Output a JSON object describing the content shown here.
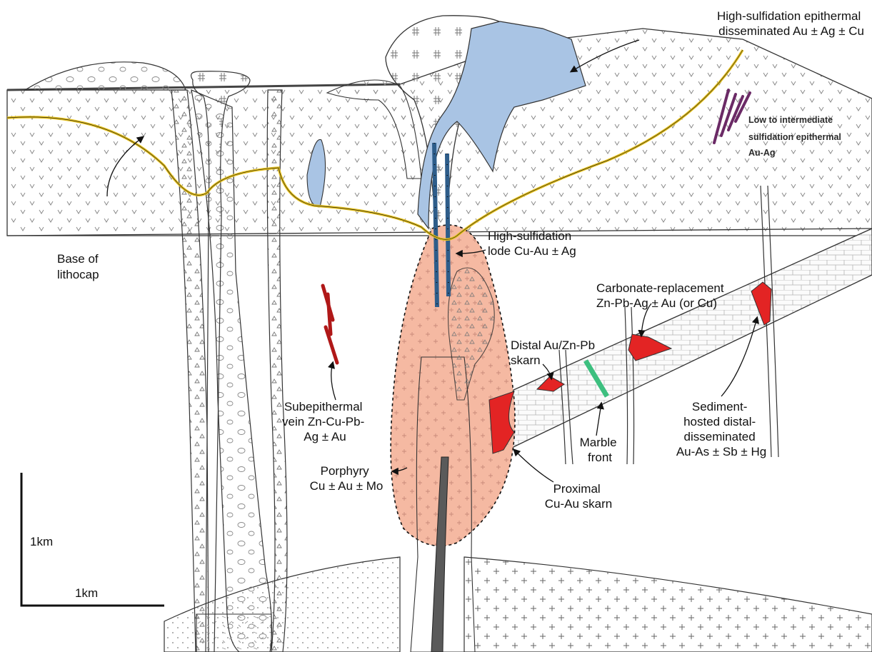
{
  "colors": {
    "lithocap_line": "#e8c21a",
    "porphyry_fill": "#f5b9a2",
    "high_sulfidation_fill": "#a9c4e4",
    "skarn_red": "#e32424",
    "vein_red": "#b01818",
    "low_sulfidation_purple": "#6b2a66",
    "marble_front_green": "#3dbf7f",
    "lode_blue": "#2e5d8a",
    "dike_grey": "#5a5a5a"
  },
  "labels": {
    "hs_epithermal": [
      "High-sulfidation epithermal",
      "disseminated Au ± Ag ± Cu"
    ],
    "ls_epithermal": [
      "Low to intermediate",
      "sulfidation epithermal",
      "Au-Ag"
    ],
    "base_lithocap": [
      "Base of",
      "lithocap"
    ],
    "hs_lode": [
      "High-sulfidation",
      "lode Cu-Au ± Ag"
    ],
    "carbonate_replacement": [
      "Carbonate-replacement",
      "Zn-Pb-Ag ± Au (or Cu)"
    ],
    "distal_skarn": [
      "Distal Au/Zn-Pb",
      "skarn"
    ],
    "subepithermal_vein": [
      "Subepithermal",
      "vein Zn-Cu-Pb-",
      "Ag ± Au"
    ],
    "porphyry": [
      "Porphyry",
      "Cu ± Au ± Mo"
    ],
    "proximal_skarn": [
      "Proximal",
      "Cu-Au skarn"
    ],
    "marble_front": [
      "Marble",
      "front"
    ],
    "sediment_hosted": [
      "Sediment-",
      "hosted distal-",
      "disseminated",
      "Au-As ± Sb ± Hg"
    ]
  },
  "scale_bar": {
    "vertical_label": "1km",
    "horizontal_label": "1km"
  }
}
